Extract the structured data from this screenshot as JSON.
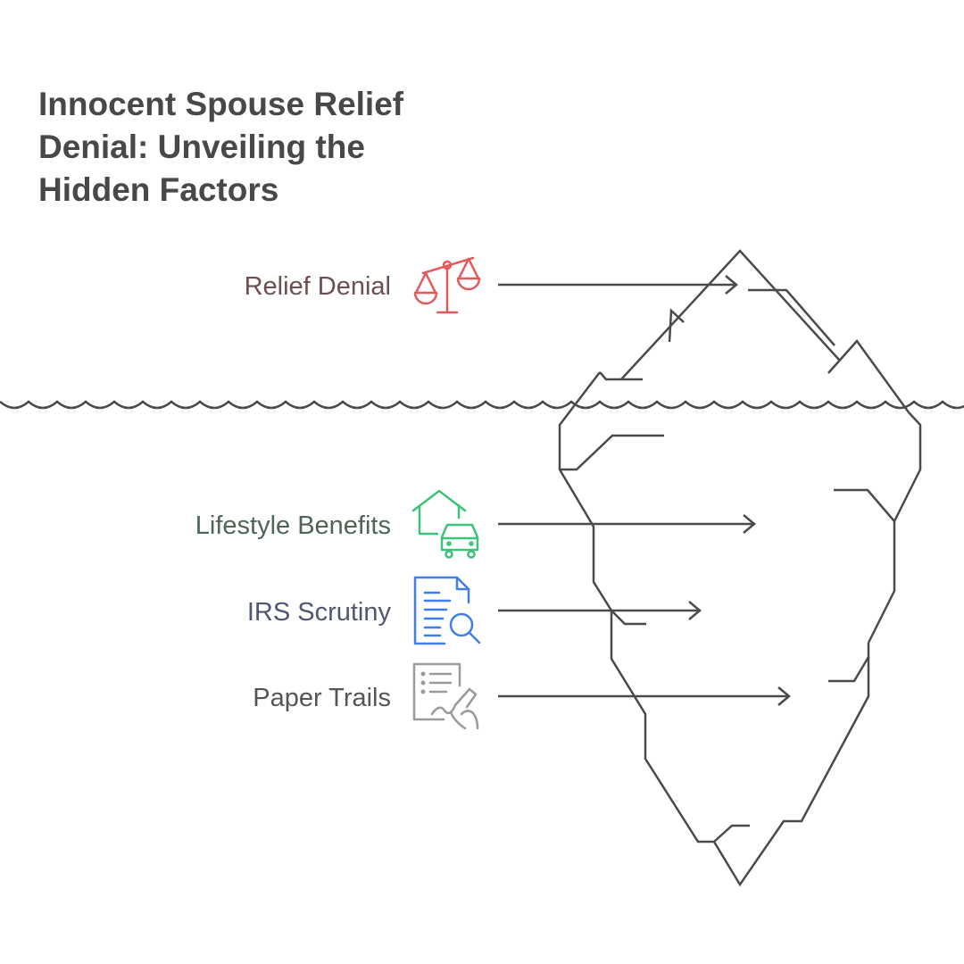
{
  "title": {
    "line1": "Innocent Spouse Relief",
    "line2": "Denial: Unveiling the",
    "line3": "Hidden Factors"
  },
  "items": [
    {
      "label": "Relief Denial",
      "icon": "scales-icon",
      "color": "#E35A5A",
      "label_color": "#6E4F4F"
    },
    {
      "label": "Lifestyle Benefits",
      "icon": "house-car-icon",
      "color": "#3DC27A",
      "label_color": "#4D6657"
    },
    {
      "label": "IRS Scrutiny",
      "icon": "document-search-icon",
      "color": "#3F7FE6",
      "label_color": "#4F5870"
    },
    {
      "label": "Paper Trails",
      "icon": "document-signature-icon",
      "color": "#9A9A9A",
      "label_color": "#555555"
    }
  ],
  "colors": {
    "line": "#4a4a4a",
    "title": "#484848"
  }
}
